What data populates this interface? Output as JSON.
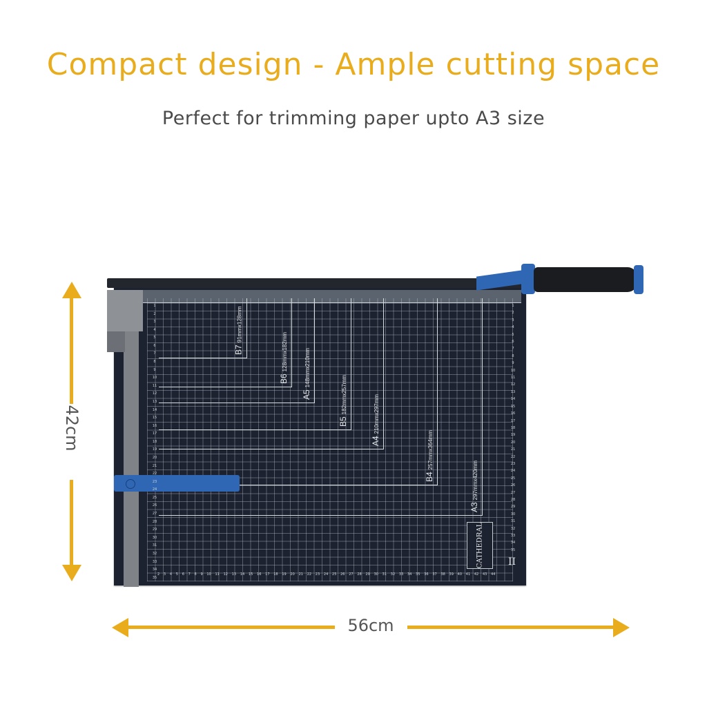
{
  "header": {
    "title": "Compact design - Ample cutting space",
    "subtitle": "Perfect for trimming paper upto A3 size"
  },
  "dimensions": {
    "height_label": "42cm",
    "width_label": "56cm"
  },
  "colors": {
    "accent": "#e8ac1c",
    "board": "#1d2230",
    "handle_blue": "#2f67b5"
  },
  "paper_sizes": [
    {
      "code": "B7",
      "dim": "91mmx128mm"
    },
    {
      "code": "B6",
      "dim": "128mmx182mm"
    },
    {
      "code": "A5",
      "dim": "148mmx210mm"
    },
    {
      "code": "B5",
      "dim": "182mmx257mm"
    },
    {
      "code": "A4",
      "dim": "210mmx297mm"
    },
    {
      "code": "B4",
      "dim": "257mmx364mm"
    },
    {
      "code": "A3",
      "dim": "297mmx420mm"
    }
  ],
  "brand": {
    "name": "CATHEDRAL",
    "logo": "II"
  },
  "rulers": {
    "vertical": [
      "1",
      "2",
      "3",
      "4",
      "5",
      "6",
      "7",
      "8",
      "9",
      "10",
      "11",
      "12",
      "13",
      "14",
      "15",
      "16",
      "17",
      "18",
      "19",
      "20",
      "21",
      "22",
      "23",
      "24",
      "25",
      "26",
      "27",
      "28",
      "29",
      "30",
      "31",
      "32",
      "33",
      "34",
      "35"
    ],
    "horizontal": [
      "2",
      "3",
      "4",
      "5",
      "6",
      "7",
      "8",
      "9",
      "10",
      "11",
      "12",
      "13",
      "14",
      "15",
      "16",
      "17",
      "18",
      "19",
      "20",
      "21",
      "22",
      "23",
      "24",
      "25",
      "26",
      "27",
      "28",
      "29",
      "30",
      "31",
      "32",
      "33",
      "34",
      "35",
      "36",
      "37",
      "38",
      "39",
      "40",
      "41",
      "42",
      "43",
      "44"
    ]
  }
}
